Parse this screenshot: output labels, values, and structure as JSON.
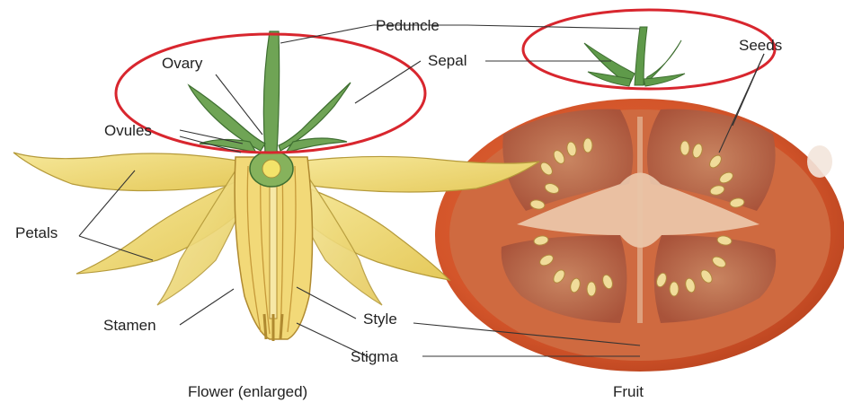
{
  "labels": {
    "peduncle": "Peduncle",
    "sepal": "Sepal",
    "ovary": "Ovary",
    "ovules": "Ovules",
    "seeds": "Seeds",
    "petals": "Petals",
    "stamen": "Stamen",
    "style": "Style",
    "stigma": "Stigma"
  },
  "captions": {
    "flower": "Flower (enlarged)",
    "fruit": "Fruit"
  },
  "colors": {
    "highlight_ellipse": "#d8262e",
    "petal": "#f2df7a",
    "sepal": "#5f9a4a",
    "tomato_skin": "#d8572e",
    "tomato_flesh": "#c9774a"
  }
}
